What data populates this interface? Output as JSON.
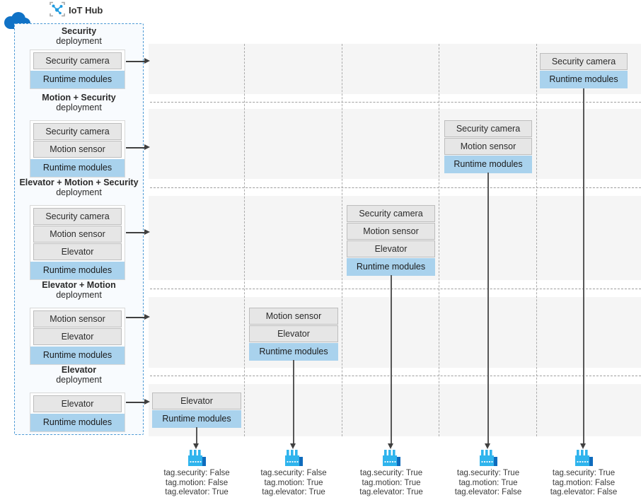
{
  "header": {
    "title": "IoT Hub"
  },
  "sidebar": {
    "deployments": [
      {
        "title": "Security",
        "subtitle": "deployment",
        "modules": [
          "Security camera"
        ],
        "runtime": "Runtime modules"
      },
      {
        "title": "Motion + Security",
        "subtitle": "deployment",
        "modules": [
          "Security camera",
          "Motion sensor"
        ],
        "runtime": "Runtime modules"
      },
      {
        "title": "Elevator + Motion + Security",
        "subtitle": "deployment",
        "modules": [
          "Security camera",
          "Motion sensor",
          "Elevator"
        ],
        "runtime": "Runtime modules"
      },
      {
        "title": "Elevator + Motion",
        "subtitle": "deployment",
        "modules": [
          "Motion sensor",
          "Elevator"
        ],
        "runtime": "Runtime modules"
      },
      {
        "title": "Elevator",
        "subtitle": "deployment",
        "modules": [
          "Elevator"
        ],
        "runtime": "Runtime modules"
      }
    ]
  },
  "devices": [
    {
      "modules": [
        "Elevator"
      ],
      "runtime": "Runtime modules",
      "tags": [
        "tag.security: False",
        "tag.motion: False",
        "tag.elevator: True"
      ]
    },
    {
      "modules": [
        "Motion sensor",
        "Elevator"
      ],
      "runtime": "Runtime modules",
      "tags": [
        "tag.security: False",
        "tag.motion: True",
        "tag.elevator: True"
      ]
    },
    {
      "modules": [
        "Security camera",
        "Motion sensor",
        "Elevator"
      ],
      "runtime": "Runtime modules",
      "tags": [
        "tag.security: True",
        "tag.motion: True",
        "tag.elevator: True"
      ]
    },
    {
      "modules": [
        "Security camera",
        "Motion sensor"
      ],
      "runtime": "Runtime modules",
      "tags": [
        "tag.security: True",
        "tag.motion: True",
        "tag.elevator: False"
      ]
    },
    {
      "modules": [
        "Security camera"
      ],
      "runtime": "Runtime modules",
      "tags": [
        "tag.security: True",
        "tag.motion: False",
        "tag.elevator: False"
      ]
    }
  ],
  "colors": {
    "runtime_blue": "#a9d2ed",
    "module_gray": "#e6e6e6",
    "band_gray": "#f5f5f5",
    "sidebar_border_blue": "#4f9bd5",
    "cloud_blue": "#1072c6",
    "factory_light_blue": "#2fb4ed",
    "factory_dark_blue": "#0f6cbd",
    "arrow_dark": "#404040"
  }
}
